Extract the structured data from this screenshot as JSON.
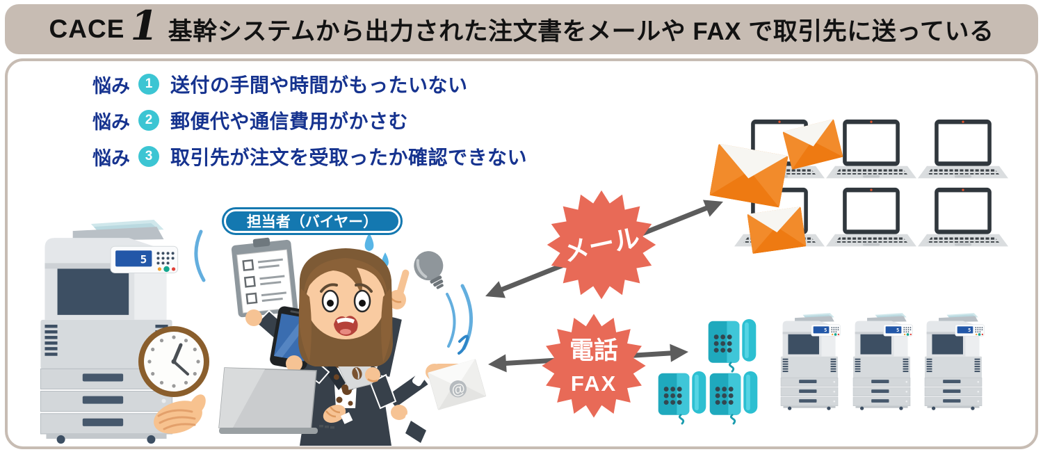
{
  "header": {
    "case_label": "CACE",
    "case_number": "1",
    "title": "基幹システムから出力された注文書をメールや FAX で取引先に送っている"
  },
  "problems": {
    "label": "悩み",
    "items": [
      {
        "number": "1",
        "text": "送付の手間や時間がもったいない"
      },
      {
        "number": "2",
        "text": "郵便代や通信費用がかさむ"
      },
      {
        "number": "3",
        "text": "取引先が注文を受取ったか確認できない"
      }
    ]
  },
  "buyer": {
    "label": "担当者（バイヤー）"
  },
  "badges": {
    "mail": "メール",
    "phone": "電話",
    "fax": "FAX"
  },
  "devices": {
    "copier_screen_digit": "5"
  },
  "icons": {
    "at": "@"
  },
  "colors": {
    "header_bg": "#c7bcb3",
    "problem_text": "#16338f",
    "problem_badge": "#3cc5d3",
    "buyer_pill": "#1478b0",
    "starburst": "#e86a57",
    "arrow": "#5c5c5c",
    "envelope_orange": "#f28b2b",
    "phone_teal": "#1fa9bd",
    "copier_navy": "#3d4f63"
  }
}
